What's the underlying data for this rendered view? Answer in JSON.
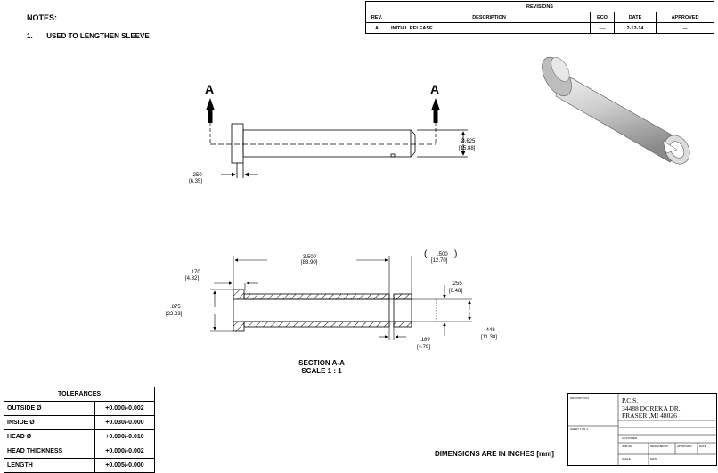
{
  "notes": {
    "heading": "NOTES:",
    "items": [
      {
        "num": "1.",
        "text": "USED TO LENGTHEN SLEEVE"
      }
    ]
  },
  "revisions": {
    "title": "REVISIONS",
    "headers": [
      "REV.",
      "DESCRIPTION",
      "ECO",
      "DATE",
      "APPROVED"
    ],
    "rows": [
      [
        "A",
        "INITIAL RELEASE",
        "----",
        "2-12-14",
        "---"
      ]
    ]
  },
  "drawing": {
    "section_marker": "A",
    "top_view": {
      "head_len": ".250",
      "head_len_mm": "[6.35]",
      "outside_dia": "Ø.625",
      "outside_dia_mm": "[15.88]"
    },
    "section_view": {
      "length": "3.500",
      "length_mm": "[88.90]",
      "ref_len": ".500",
      "ref_len_mm": "[12.70]",
      "head_thk": ".170",
      "head_thk_mm": "[4.32]",
      "head_dia": ".875",
      "head_dia_mm": "[22.23]",
      "slot_w": ".255",
      "slot_w_mm": "[6.48]",
      "inside_dia": ".448",
      "inside_dia_mm": "[11.38]",
      "slot_len": ".189",
      "slot_len_mm": "[4.79]"
    },
    "section_title": "SECTION A-A",
    "section_scale": "SCALE 1 : 1"
  },
  "tolerances": {
    "title": "TOLERANCES",
    "rows": [
      {
        "label": "OUTSIDE Ø",
        "value": "+0.000/-0.002"
      },
      {
        "label": "INSIDE Ø",
        "value": "+0.030/-0.000"
      },
      {
        "label": "HEAD Ø",
        "value": "+0.000/-0.010"
      },
      {
        "label": "HEAD THICKNESS",
        "value": "+0.000/-0.002"
      },
      {
        "label": "LENGTH",
        "value": "+0.005/-0.000"
      }
    ]
  },
  "title_block": {
    "description_label": "DESCRIPTION:",
    "company": "P.C.S.",
    "address1": "34488 DOREKA DR.",
    "address2": "FRASER ,MI 48026",
    "sheet": "SHEET 1 OF 1",
    "customer_label": "CUSTOMER",
    "job_label": "JOB NO.",
    "designed_label": "DESIGNED BY",
    "approved_label": "APPROVED",
    "date_label": "DATE",
    "scale_label": "SCALE",
    "matl_label": "MATL"
  },
  "footer": {
    "dims_note": "DIMENSIONS ARE IN INCHES [mm]"
  }
}
